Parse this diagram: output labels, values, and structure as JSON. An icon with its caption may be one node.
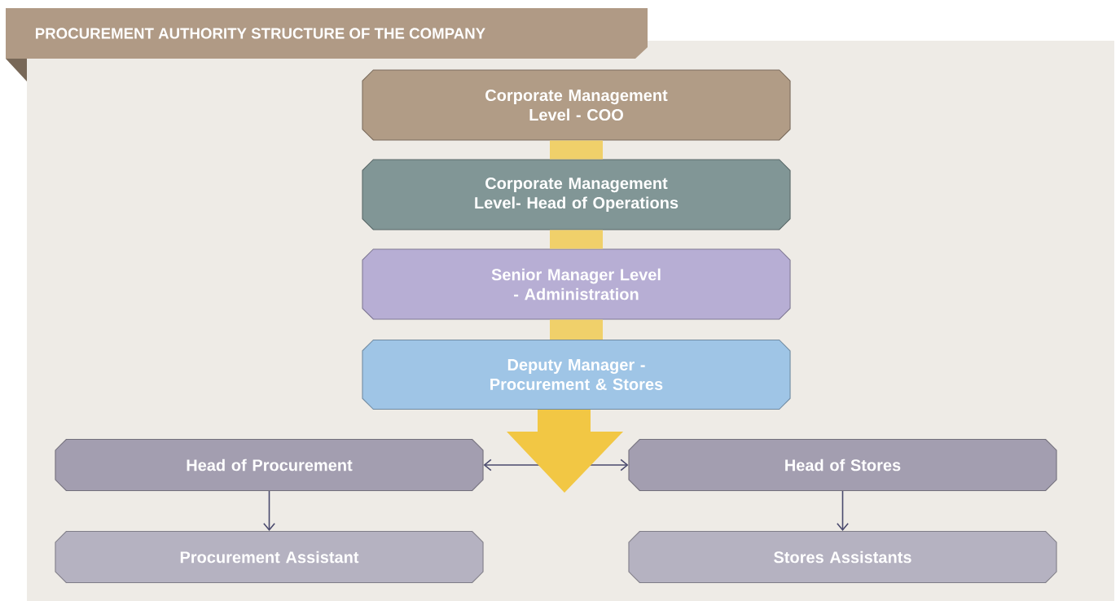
{
  "diagram": {
    "title": "PROCUREMENT AUTHORITY STRUCTURE OF THE COMPANY",
    "nodes": [
      {
        "text": [
          "Corporate Management Level - COO"
        ]
      },
      {
        "text": [
          "Corporate Management Level- Head of Operations"
        ]
      },
      {
        "text": [
          "Senior Manager Level - Administration"
        ]
      },
      {
        "text": [
          "Deputy Manager - Procurement & Stores"
        ]
      },
      {
        "text": [
          "Head of Procurement"
        ]
      },
      {
        "text": [
          "Head of Stores"
        ]
      },
      {
        "text": [
          "Procurement Assistant"
        ]
      },
      {
        "text": [
          "Stores Assistants"
        ]
      }
    ],
    "edges": [
      {
        "from": 0,
        "to": 1,
        "arrow": "none",
        "style": "thick",
        "color": "#f0d06a"
      },
      {
        "from": 1,
        "to": 2,
        "arrow": "none",
        "style": "thick",
        "color": "#f0d06a"
      },
      {
        "from": 2,
        "to": 3,
        "arrow": "none",
        "style": "thick",
        "color": "#f0d06a"
      },
      {
        "from": 3,
        "to": 4,
        "arrow": "to"
      },
      {
        "from": 3,
        "to": 5,
        "arrow": "to"
      },
      {
        "from": 4,
        "to": 6,
        "arrow": "to"
      },
      {
        "from": 5,
        "to": 7,
        "arrow": "to"
      }
    ]
  }
}
